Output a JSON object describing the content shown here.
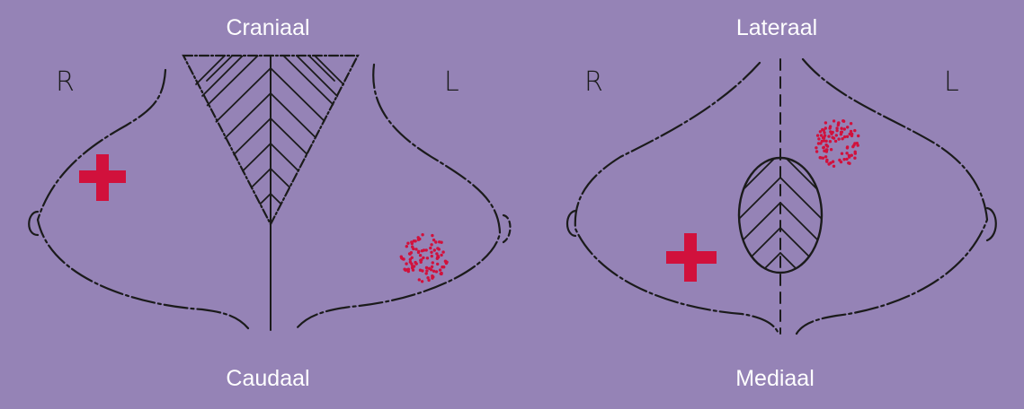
{
  "colors": {
    "background": "#9583b6",
    "line": "#1b1b1b",
    "marker": "#d1113c",
    "label": "#ffffff"
  },
  "left_view": {
    "top_label": "Craniaal",
    "bottom_label": "Caudaal",
    "side_right": "R",
    "side_left": "L"
  },
  "right_view": {
    "top_label": "Lateraal",
    "bottom_label": "Mediaal",
    "side_right": "R",
    "side_left": "L"
  },
  "icons": {
    "plus": "plus-marker-icon",
    "dots": "dotted-lesion-icon"
  }
}
